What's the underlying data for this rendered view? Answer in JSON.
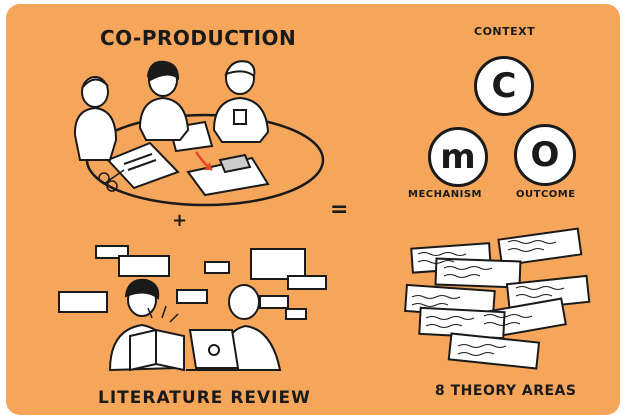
{
  "diagram": {
    "co_production_label": "CO-PRODUCTION",
    "literature_review_label": "LITERATURE REVIEW",
    "plus_symbol": "+",
    "equals_symbol": "=",
    "cmo": {
      "context_label": "CONTEXT",
      "mechanism_label": "MECHANISM",
      "outcome_label": "OUTCOME",
      "c_letter": "C",
      "m_letter": "m",
      "o_letter": "O"
    },
    "theory_areas_label": "8 THEORY AREAS"
  },
  "colors": {
    "background": "#f5a65b",
    "ink": "#1a1a1a",
    "accent_red": "#e4472a"
  }
}
